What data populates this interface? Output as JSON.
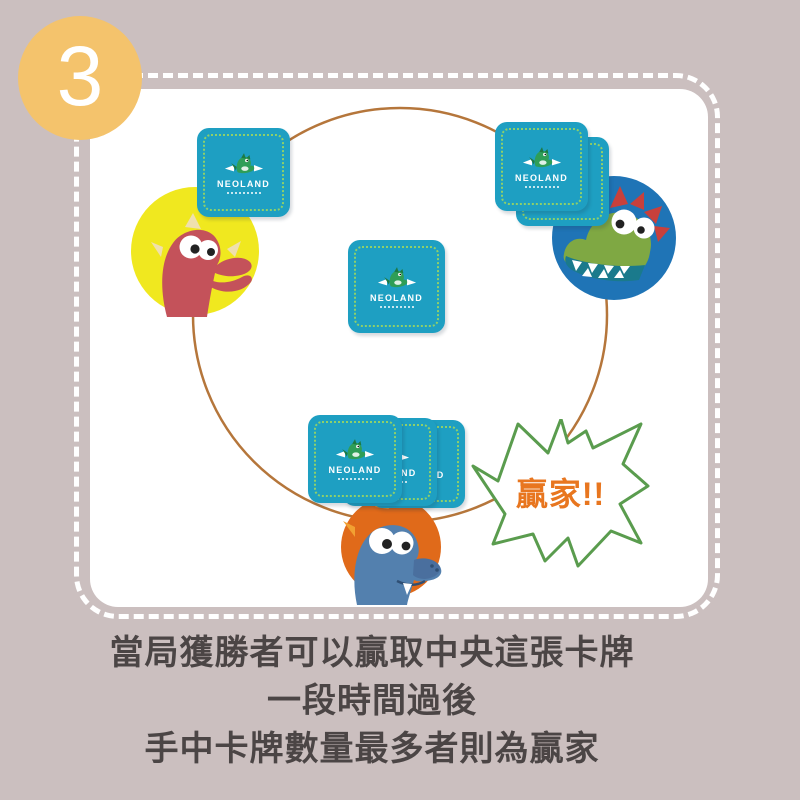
{
  "step": {
    "number": "3"
  },
  "board": {
    "card_brand": "NEOLAND",
    "winner_burst": {
      "text": "贏家!!",
      "text_color": "#E8761F",
      "outline_color": "#5A9C4E"
    },
    "players": [
      {
        "position": "left",
        "character": "red-dinosaur",
        "circle_color": "#F0E81F",
        "cards_in_front": 1
      },
      {
        "position": "right",
        "character": "crocodile",
        "circle_color": "#1F74B6",
        "cards_in_front": 2
      },
      {
        "position": "bottom",
        "character": "blue-dinosaur",
        "circle_color": "#E06A1A",
        "cards_in_front": 3
      }
    ],
    "center_cards": 1
  },
  "caption": {
    "lines": [
      "當局獲勝者可以贏取中央這張卡牌",
      "一段時間過後",
      "手中卡牌數量最多者則為贏家"
    ]
  },
  "colors": {
    "background": "#CBBFBF",
    "panel": "#FFFFFF",
    "dashed_border": "#FFFFFF",
    "step_badge": "#F4C36C",
    "card": "#1E9FC2",
    "card_dots": "#8ED06B",
    "table_ring": "#B5763B",
    "caption_text": "#4B4545"
  }
}
